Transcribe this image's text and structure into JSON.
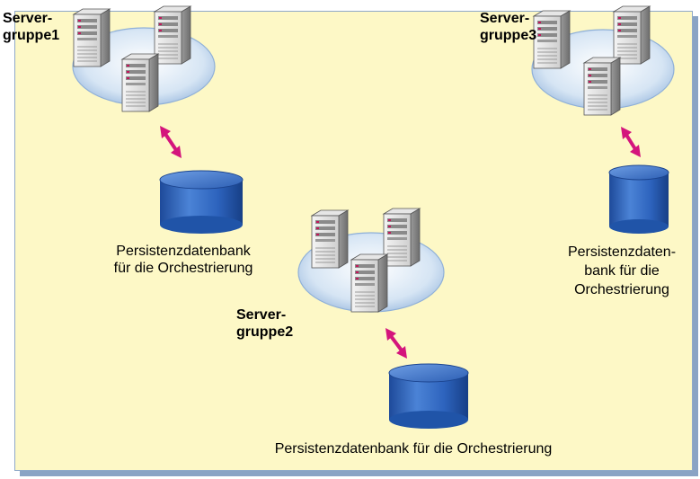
{
  "groups": [
    {
      "line1": "Server-",
      "line2": "gruppe1"
    },
    {
      "line1": "Server-",
      "line2": "gruppe2"
    },
    {
      "line1": "Server-",
      "line2": "gruppe3"
    }
  ],
  "databases": [
    {
      "line1": "Persistenzdatenbank",
      "line2": "für die Orchestrierung"
    },
    {
      "line1": "Persistenzdatenbank für die Orchestrierung"
    },
    {
      "line1": "Persistenzdaten-",
      "line2": "bank für die",
      "line3": "Orchestrierung"
    }
  ],
  "colors": {
    "background": "#fdf8c6",
    "arrow": "#d4147c",
    "database": "#2f5fb3",
    "cloud": "#cfe0f2"
  }
}
